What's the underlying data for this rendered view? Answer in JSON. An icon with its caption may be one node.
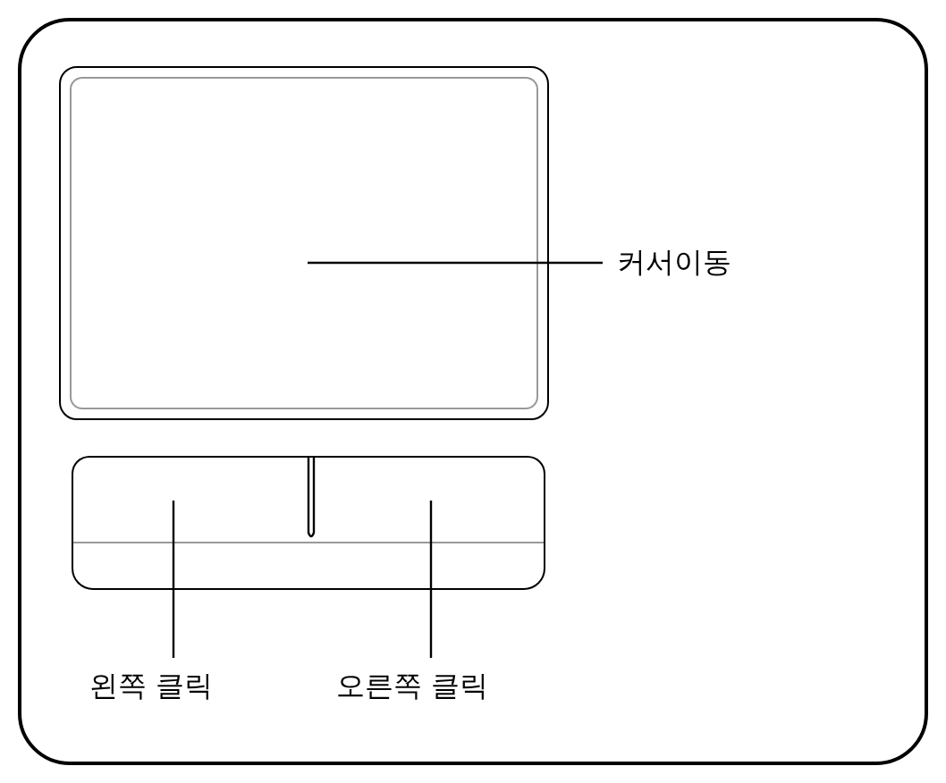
{
  "diagram": {
    "nodes": [
      {
        "text": [],
        "shape": "box"
      },
      {
        "text": [
          "커서이동"
        ]
      },
      {
        "text": [],
        "shape": "box"
      },
      {
        "text": [],
        "shape": "box"
      },
      {
        "text": [
          "왼쪽 클릭"
        ]
      },
      {
        "text": [
          "오른쪽 클릭"
        ]
      }
    ],
    "edges": [
      {
        "from": 1,
        "to": 0,
        "arrow": "none"
      },
      {
        "from": 4,
        "to": 2,
        "arrow": "none"
      },
      {
        "from": 5,
        "to": 3,
        "arrow": "none"
      }
    ]
  }
}
